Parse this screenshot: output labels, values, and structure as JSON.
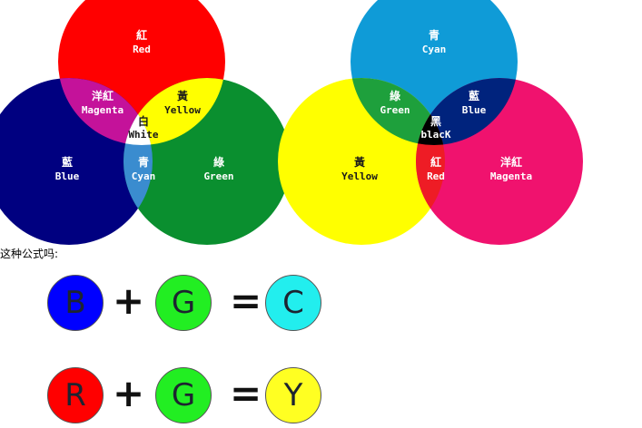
{
  "additive_diagram": {
    "red": {
      "zh": "紅",
      "en": "Red",
      "color": "#ff0000"
    },
    "blue": {
      "zh": "藍",
      "en": "Blue",
      "color": "#000080"
    },
    "green": {
      "zh": "綠",
      "en": "Green",
      "color": "#0a8f2f"
    },
    "magenta": {
      "zh": "洋紅",
      "en": "Magenta",
      "color": "#c4129a"
    },
    "yellow": {
      "zh": "黃",
      "en": "Yellow",
      "color": "#ffff00"
    },
    "cyan": {
      "zh": "青",
      "en": "Cyan",
      "color": "#3a8ccf"
    },
    "white": {
      "zh": "白",
      "en": "White",
      "color": "#ffffff"
    }
  },
  "subtractive_diagram": {
    "cyan": {
      "zh": "青",
      "en": "Cyan",
      "color": "#0f9bd7"
    },
    "yellow": {
      "zh": "黃",
      "en": "Yellow",
      "color": "#ffff00"
    },
    "magenta": {
      "zh": "洋紅",
      "en": "Magenta",
      "color": "#f0126e"
    },
    "green": {
      "zh": "綠",
      "en": "Green",
      "color": "#1ea03c"
    },
    "blue": {
      "zh": "藍",
      "en": "Blue",
      "color": "#00237d"
    },
    "red": {
      "zh": "紅",
      "en": "Red",
      "color": "#ee1c25"
    },
    "black": {
      "zh": "黑",
      "en": "blacK",
      "color": "#000000"
    }
  },
  "caption": "这种公式吗:",
  "equations": [
    {
      "a": {
        "letter": "B",
        "color": "#0000ff"
      },
      "op1": "+",
      "b": {
        "letter": "G",
        "color": "#22ee22"
      },
      "op2": "=",
      "c": {
        "letter": "C",
        "color": "#22eeee"
      }
    },
    {
      "a": {
        "letter": "R",
        "color": "#ff0000"
      },
      "op1": "+",
      "b": {
        "letter": "G",
        "color": "#22ee22"
      },
      "op2": "=",
      "c": {
        "letter": "Y",
        "color": "#ffff22"
      }
    }
  ]
}
